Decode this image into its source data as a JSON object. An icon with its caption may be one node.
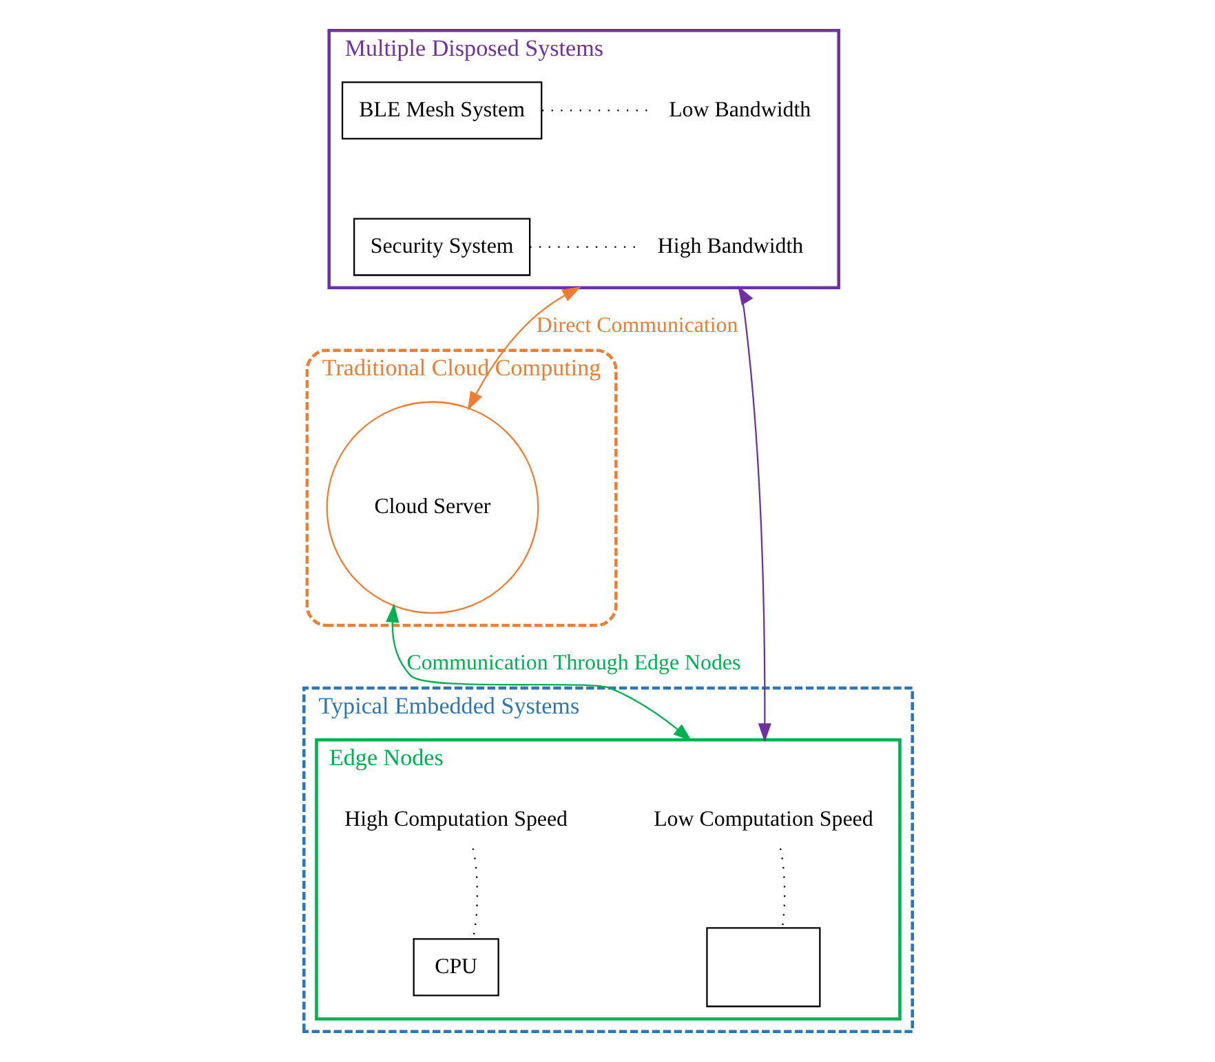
{
  "diagram": {
    "nodes": [
      {
        "text": [
          "Typical Embedded Systems"
        ]
      },
      {
        "text": [
          "Traditional Cloud Computing"
        ]
      },
      {
        "text": [
          "Multiple Disposed Systems"
        ]
      },
      {
        "text": [
          "BLE Mesh System"
        ],
        "in": 2
      },
      {
        "text": [
          "Low Bandwidth"
        ],
        "in": 2
      },
      {
        "text": [
          "Security System"
        ],
        "in": 2
      },
      {
        "text": [
          "High Bandwidth"
        ],
        "in": 2
      },
      {
        "text": [
          "Cloud Server"
        ],
        "in": 1
      },
      {
        "text": [
          "Edge Nodes"
        ],
        "in": 0
      },
      {
        "text": [
          "Low Computation Speed"
        ],
        "in": 8
      },
      {
        "text": [],
        "shape": "box",
        "in": 8
      },
      {
        "text": [
          "High Computation Speed"
        ],
        "in": 8
      },
      {
        "text": [
          "CPU"
        ],
        "in": 8
      }
    ],
    "edges": [
      {
        "from": 3,
        "to": 4,
        "arrow": "none",
        "style": "dashed"
      },
      {
        "from": 5,
        "to": 6,
        "arrow": "none",
        "style": "dashed"
      },
      {
        "from": 2,
        "to": 7,
        "arrow": "both",
        "label": "Direct Communication",
        "color": "#ed7d31"
      },
      {
        "from": 2,
        "to": 8,
        "arrow": "both",
        "color": "#7030a0"
      },
      {
        "from": 7,
        "to": 8,
        "arrow": "both",
        "label": "Communication Through Edge Nodes",
        "color": "#00b050"
      },
      {
        "from": 9,
        "to": 10,
        "arrow": "none",
        "style": "dashed"
      },
      {
        "from": 11,
        "to": 12,
        "arrow": "none",
        "style": "dashed"
      }
    ]
  }
}
